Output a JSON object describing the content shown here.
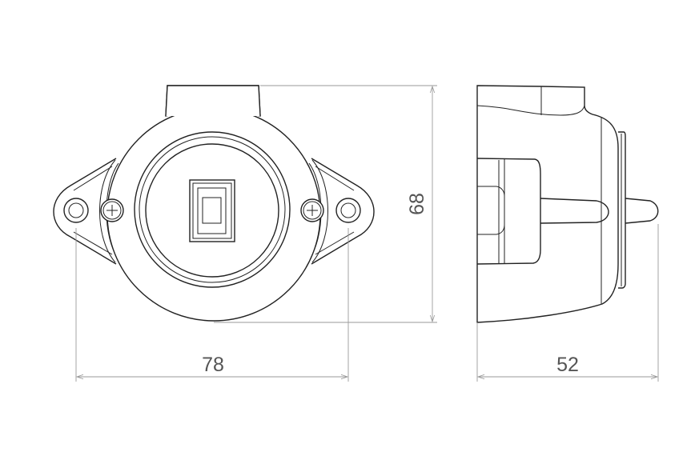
{
  "drawing": {
    "front_view": {
      "width_dimension": "78"
    },
    "height_dimension": "68",
    "side_view": {
      "depth_dimension": "52"
    },
    "colors": {
      "line": "#222222",
      "dimension": "#9a9a9a",
      "dimension_text": "#555555"
    }
  }
}
